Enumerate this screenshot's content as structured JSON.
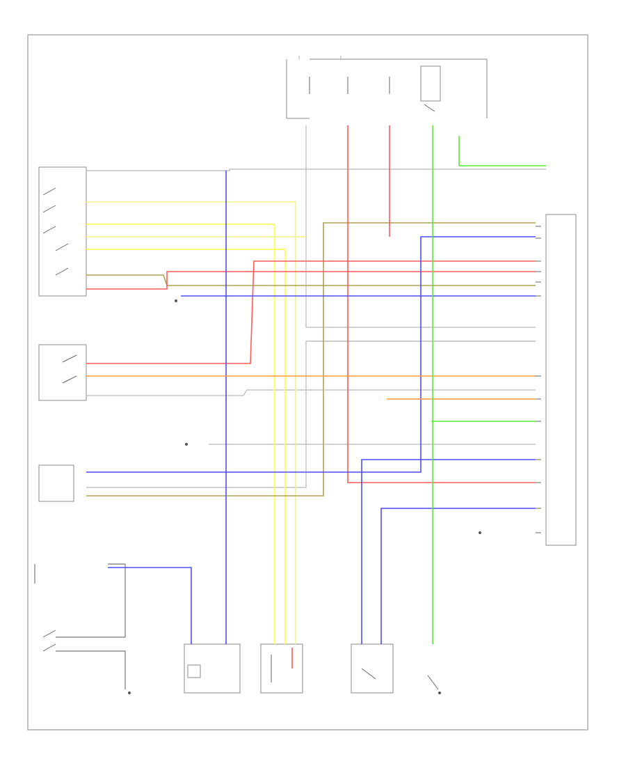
{
  "footer_code": "",
  "wire_colors": {
    "red": "#ff5a5a",
    "green": "#55ee33",
    "blue": "#4b4bff",
    "yellow": "#ffff44",
    "pale_yellow": "#f6f088",
    "orange": "#ff9933",
    "olive": "#b0a050",
    "gray": "#9c9c9c",
    "black": "#6f6f6f"
  },
  "components": [
    {
      "id": "fuse-relay-box",
      "icon": "fuse-icon"
    },
    {
      "id": "left-switch-assembly",
      "icon": "switch-icon"
    },
    {
      "id": "middle-switch",
      "icon": "switch-icon"
    },
    {
      "id": "lower-left-module",
      "icon": "module-icon"
    },
    {
      "id": "control-unit",
      "icon": "connector-icon"
    },
    {
      "id": "bottom-left-switch",
      "icon": "switch-icon"
    },
    {
      "id": "solenoid-1",
      "icon": "coil-icon"
    },
    {
      "id": "solenoid-2",
      "icon": "coil-icon"
    },
    {
      "id": "solenoid-3",
      "icon": "coil-icon"
    },
    {
      "id": "pressure-switch",
      "icon": "switch-icon"
    },
    {
      "id": "ground-points",
      "icon": "ground-icon"
    }
  ]
}
